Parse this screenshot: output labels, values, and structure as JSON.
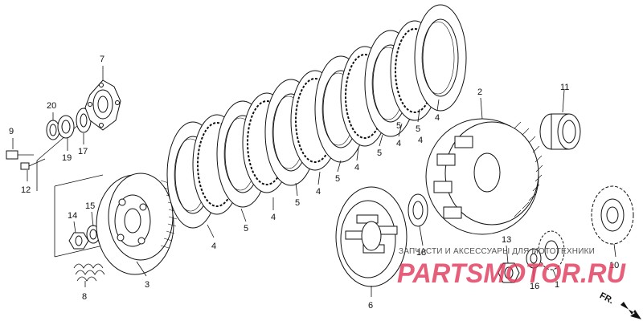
{
  "labels": {
    "p1": "1",
    "p2": "2",
    "p3": "3",
    "p4a": "4",
    "p4b": "4",
    "p4c": "4",
    "p4d": "4",
    "p4e": "4",
    "p4f": "4",
    "p4g": "4",
    "p5a": "5",
    "p5b": "5",
    "p5c": "5",
    "p5d": "5",
    "p5e": "5",
    "p5f": "5",
    "p6": "6",
    "p7": "7",
    "p8": "8",
    "p9": "9",
    "p10": "10",
    "p11": "11",
    "p12": "12",
    "p13": "13",
    "p14": "14",
    "p15": "15",
    "p16": "16",
    "p17": "17",
    "p18": "18",
    "p19": "19",
    "p20": "20"
  },
  "watermark": {
    "tagline": "ЗАПЧАСТИ И АКСЕССУАРЫ ДЛЯ МОТОТЕХНИКИ",
    "logo": "PARTSMOTOR.RU"
  },
  "orientation": {
    "label": "FR."
  }
}
